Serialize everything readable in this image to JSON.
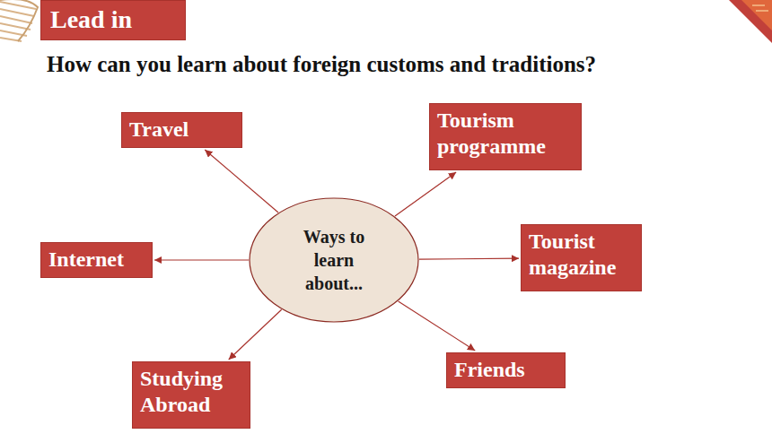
{
  "diagram": {
    "title": "How can you learn about foreign customs and traditions?",
    "nodes": [
      {
        "text": [
          "Lead in"
        ]
      },
      {
        "text": [
          "Ways to learn about..."
        ]
      },
      {
        "text": [
          "Travel"
        ]
      },
      {
        "text": [
          "Tourism programme"
        ]
      },
      {
        "text": [
          "Internet"
        ]
      },
      {
        "text": [
          "Tourist magazine"
        ]
      },
      {
        "text": [
          "Studying Abroad"
        ]
      },
      {
        "text": [
          "Friends"
        ]
      }
    ],
    "edges": [
      {
        "from": 1,
        "to": 2,
        "arrow": "to"
      },
      {
        "from": 1,
        "to": 3,
        "arrow": "to"
      },
      {
        "from": 1,
        "to": 4,
        "arrow": "to"
      },
      {
        "from": 1,
        "to": 5,
        "arrow": "to"
      },
      {
        "from": 1,
        "to": 6,
        "arrow": "to"
      },
      {
        "from": 1,
        "to": 7,
        "arrow": "to"
      }
    ]
  }
}
